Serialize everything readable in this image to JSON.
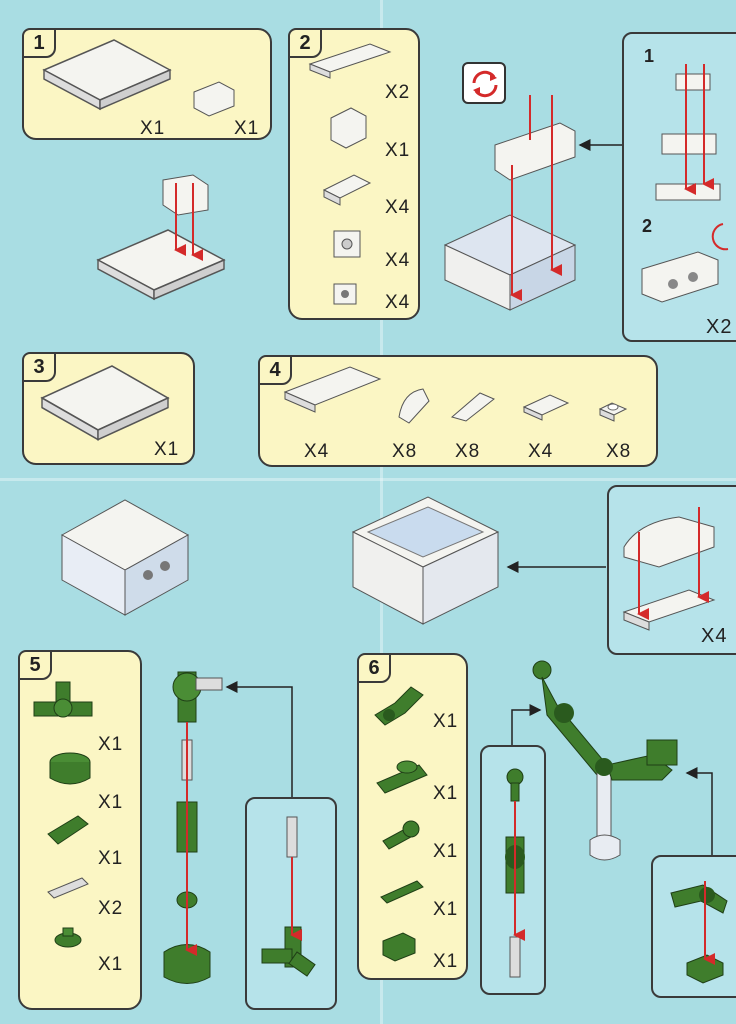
{
  "steps": [
    {
      "number": "1",
      "quantities": [
        "X1",
        "X1"
      ]
    },
    {
      "number": "2",
      "quantities": [
        "X2",
        "X1",
        "X4",
        "X4",
        "X4"
      ]
    },
    {
      "number": "3",
      "quantities": [
        "X1"
      ]
    },
    {
      "number": "4",
      "quantities": [
        "X4",
        "X8",
        "X8",
        "X4",
        "X8"
      ]
    },
    {
      "number": "5",
      "quantities": [
        "X1",
        "X1",
        "X1",
        "X2",
        "X1"
      ]
    },
    {
      "number": "6",
      "quantities": [
        "X1",
        "X1",
        "X1",
        "X1",
        "X1"
      ]
    }
  ],
  "subassembly_a": {
    "substeps": [
      "1",
      "2"
    ],
    "multiplier": "X2"
  },
  "subassembly_b": {
    "multiplier": "X4"
  },
  "icons": {
    "rotate": "rotate-model-icon"
  },
  "colors": {
    "background": "#a9dde3",
    "panel": "#fbf6c4",
    "arrow": "#d42a2a",
    "green": "#3f7d2c",
    "brick": "#f4f4f0"
  }
}
